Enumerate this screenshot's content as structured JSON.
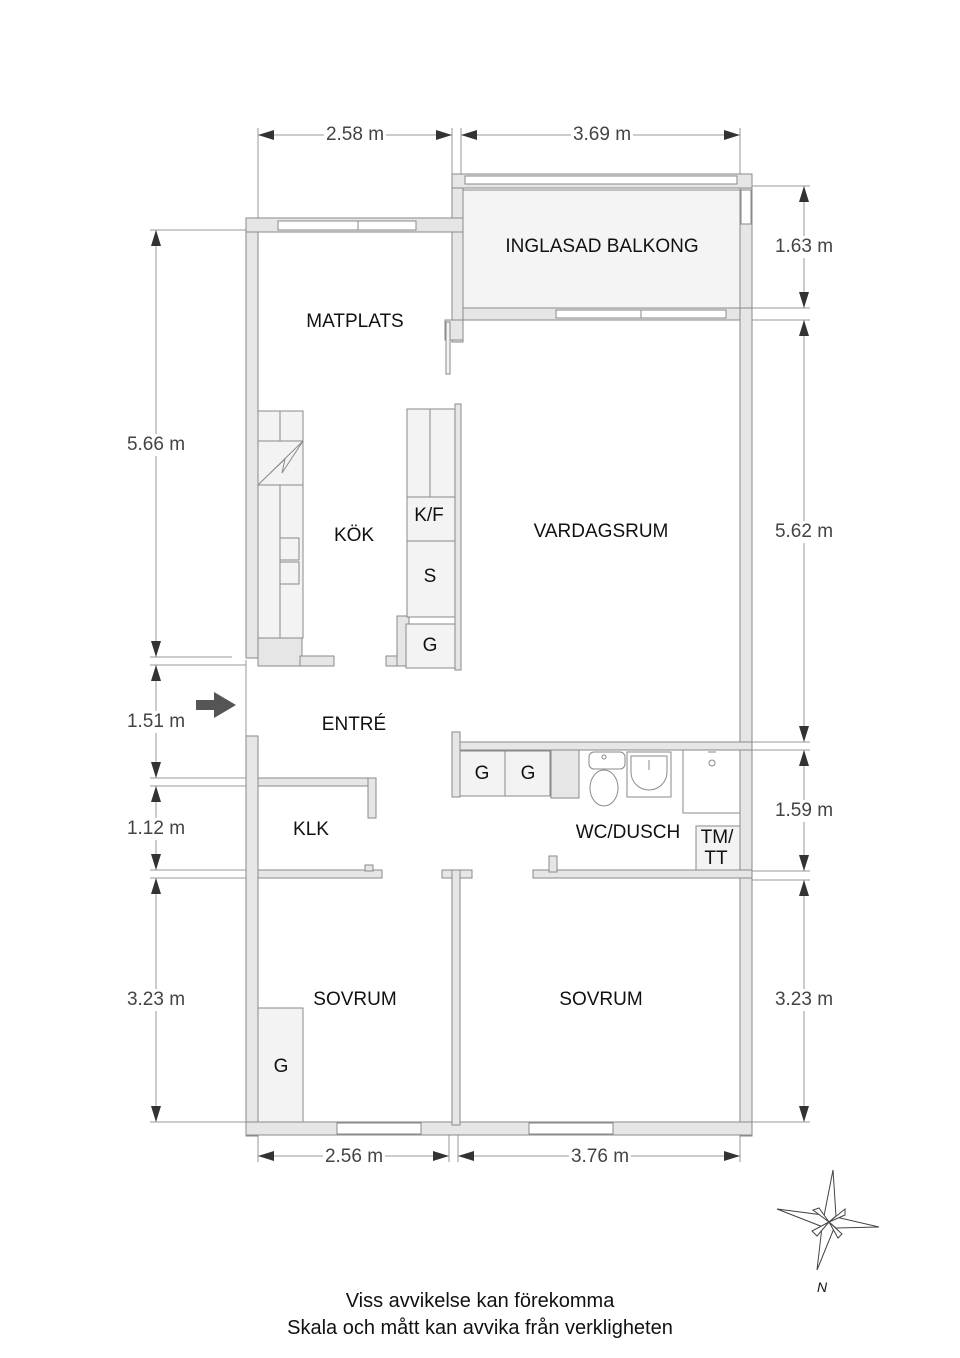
{
  "rooms": {
    "balcony": "INGLASAD BALKONG",
    "dining": "MATPLATS",
    "kitchen": "KÖK",
    "living": "VARDAGSRUM",
    "entrance": "ENTRÉ",
    "closet": "KLK",
    "bathroom": "WC/DUSCH",
    "bedroom_left": "SOVRUM",
    "bedroom_right": "SOVRUM"
  },
  "fixtures": {
    "fridge_freezer": "K/F",
    "s_cabinet": "S",
    "wardrobe": "G",
    "laundry_line1": "TM/",
    "laundry_line2": "TT"
  },
  "dimensions": {
    "top_left": "2.58 m",
    "top_right": "3.69 m",
    "right_balcony": "1.63 m",
    "right_living": "5.62 m",
    "right_bath": "1.59 m",
    "right_bedroom": "3.23 m",
    "left_kitchen": "5.66 m",
    "left_entrance": "1.51 m",
    "left_closet": "1.12 m",
    "left_bedroom": "3.23 m",
    "bottom_left": "2.56 m",
    "bottom_right": "3.76 m"
  },
  "compass": {
    "north_label": "N"
  },
  "footer": {
    "line1": "Viss avvikelse kan förekomma",
    "line2": "Skala och mått kan avvika från verkligheten"
  }
}
